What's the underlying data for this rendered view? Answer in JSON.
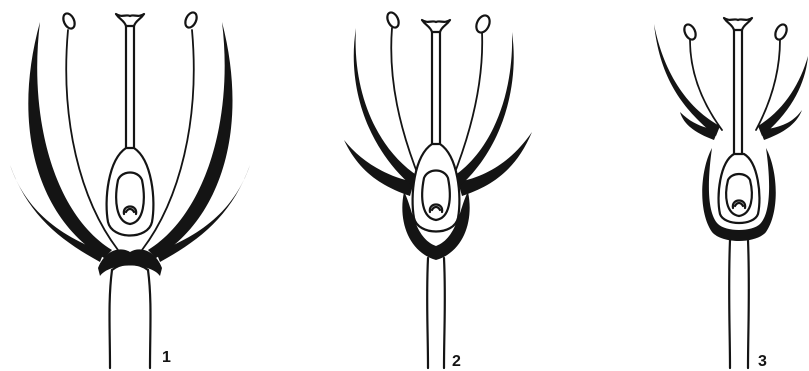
{
  "figure": {
    "flowers": [
      {
        "label": "1"
      },
      {
        "label": "2"
      },
      {
        "label": "3"
      }
    ]
  }
}
